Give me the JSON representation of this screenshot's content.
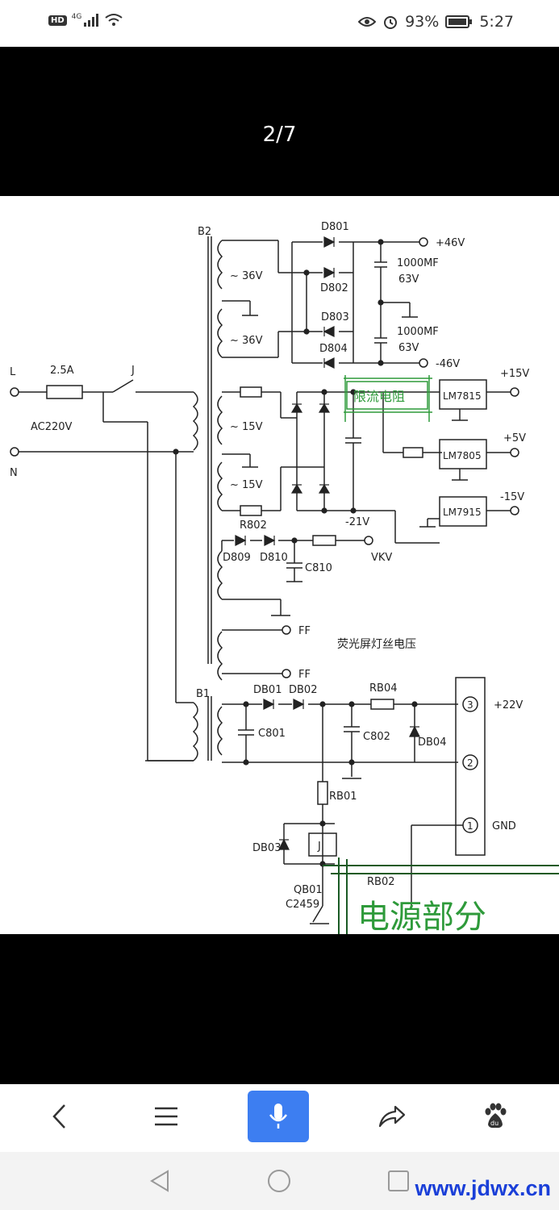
{
  "status_bar": {
    "network": "HD",
    "signal_type": "4G",
    "battery": "93%",
    "time": "5:27"
  },
  "viewer": {
    "page_indicator": "2/7"
  },
  "schematic": {
    "labels": {
      "b2": "B2",
      "b1": "B1",
      "l": "L",
      "n": "N",
      "fuse": "2.5A",
      "switch": "J",
      "mains": "AC220V",
      "w36a": "~ 36V",
      "w36b": "~ 36V",
      "w15a": "~ 15V",
      "w15b": "~ 15V",
      "d801": "D801",
      "d802": "D802",
      "d803": "D803",
      "d804": "D804",
      "cap1a": "1000MF",
      "cap1b": "63V",
      "cap2a": "1000MF",
      "cap2b": "63V",
      "p46": "+46V",
      "n46": "-46V",
      "lm7815": "LM7815",
      "lm7805": "LM7805",
      "lm7915": "LM7915",
      "p15": "+15V",
      "p5": "+5V",
      "n15": "-15V",
      "n21": "-21V",
      "r802": "R802",
      "d809": "D809",
      "d810": "D810",
      "c810": "C810",
      "vkv": "VKV",
      "ff1": "FF",
      "ff2": "FF",
      "filament": "荧光屏灯丝电压",
      "db01": "DB01",
      "db02": "DB02",
      "rb04": "RB04",
      "c801": "C801",
      "c802": "C802",
      "db04": "DB04",
      "rb01": "RB01",
      "db03": "DB03",
      "relay": "J",
      "qb01": "QB01",
      "c2459": "C2459",
      "rb02": "RB02",
      "pin3": "3",
      "pin2": "2",
      "pin1": "1",
      "p22": "+22V",
      "gnd": "GND",
      "current_limit": "限流电阻",
      "section_title": "电源部分"
    }
  },
  "toolbar": {
    "back": "back-icon",
    "menu": "menu-icon",
    "voice": "microphone-icon",
    "share": "share-icon",
    "baidu": "baidu-paw-icon"
  },
  "watermark": "www.jdwx.cn",
  "colors": {
    "accent": "#3d7ef1",
    "annotation_green": "#2e9a3a",
    "watermark_blue": "#1a3fd8"
  }
}
